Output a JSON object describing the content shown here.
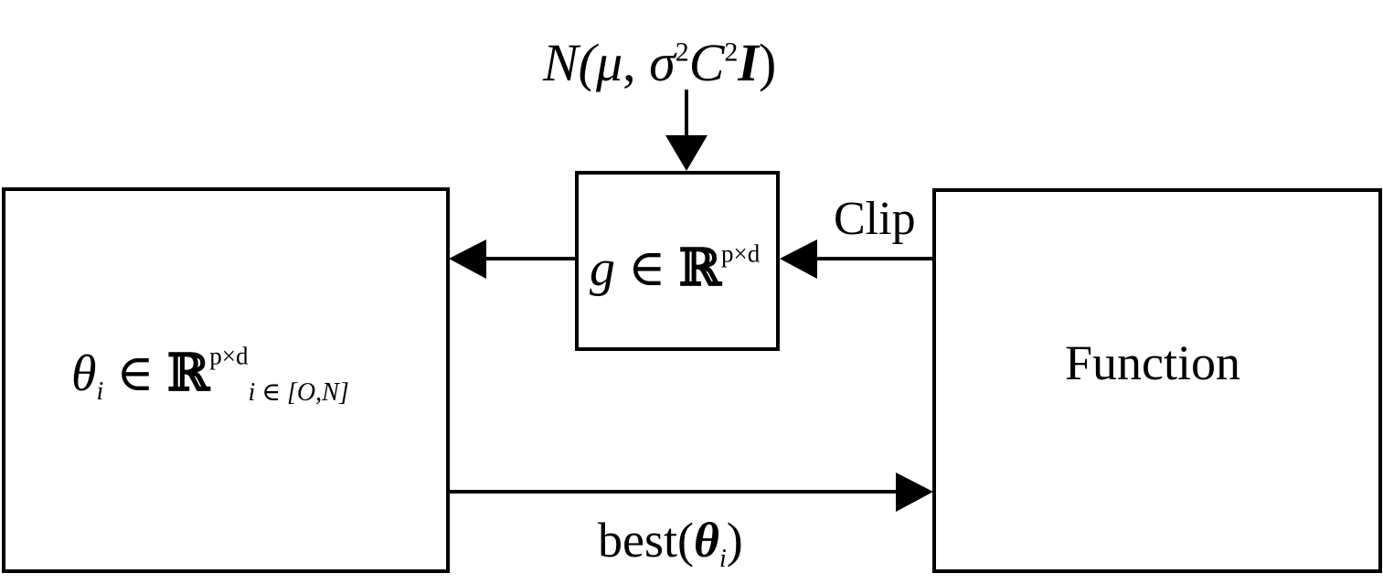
{
  "nodes": {
    "noise": {
      "prefix": "N(",
      "mu": "μ",
      "comma": ", ",
      "sigma": "σ",
      "sigma_exp": "2",
      "C": "C",
      "C_exp": "2",
      "I": "I",
      "suffix": ")"
    },
    "gradient": {
      "var": "g",
      "in": " ∈ ",
      "set": "ℝ",
      "dims": "p×d"
    },
    "params": {
      "var": "θ",
      "sub": "i",
      "in": " ∈ ",
      "set": "ℝ",
      "dims": "p×d",
      "index": "i ∈ [O,N]"
    },
    "function": {
      "label": "Function"
    }
  },
  "edges": {
    "clip": {
      "label": "Clip"
    },
    "best": {
      "prefix": "best(",
      "var": "θ",
      "sub": "i",
      "suffix": ")"
    }
  }
}
